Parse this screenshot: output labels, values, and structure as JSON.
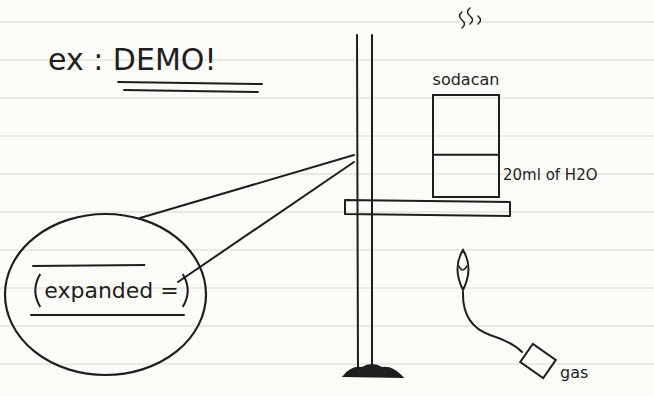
{
  "diagram": {
    "title": "ex : DEMO!",
    "nodes": [
      {
        "text": [
          "expanded ="
        ]
      },
      {
        "text": [
          "sodacan"
        ]
      },
      {
        "text": [
          "gas"
        ]
      }
    ],
    "labels": [
      "20ml of H2O"
    ]
  }
}
